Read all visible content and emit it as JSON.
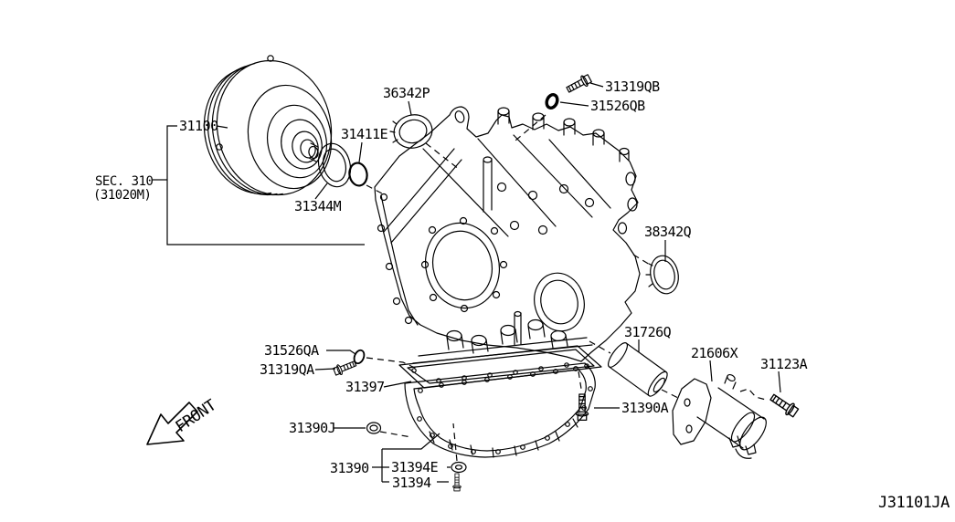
{
  "diagram": {
    "code": "J31101JA",
    "section": {
      "label": "SEC. 310",
      "sub": "(31020M)"
    },
    "front_label": "FRONT",
    "colors": {
      "line": "#000000",
      "background": "#ffffff"
    },
    "parts": {
      "p31100": "31100",
      "p31344M": "31344M",
      "p31411E": "31411E",
      "p36342P": "36342P",
      "p31319QB": "31319QB",
      "p31526QB": "31526QB",
      "p38342Q": "38342Q",
      "p31726Q": "31726Q",
      "p21606X": "21606X",
      "p31123A": "31123A",
      "p31390A": "31390A",
      "p31526QA": "31526QA",
      "p31319QA": "31319QA",
      "p31397": "31397",
      "p31390J": "31390J",
      "p31390": "31390",
      "p31394E": "31394E",
      "p31394": "31394"
    }
  }
}
